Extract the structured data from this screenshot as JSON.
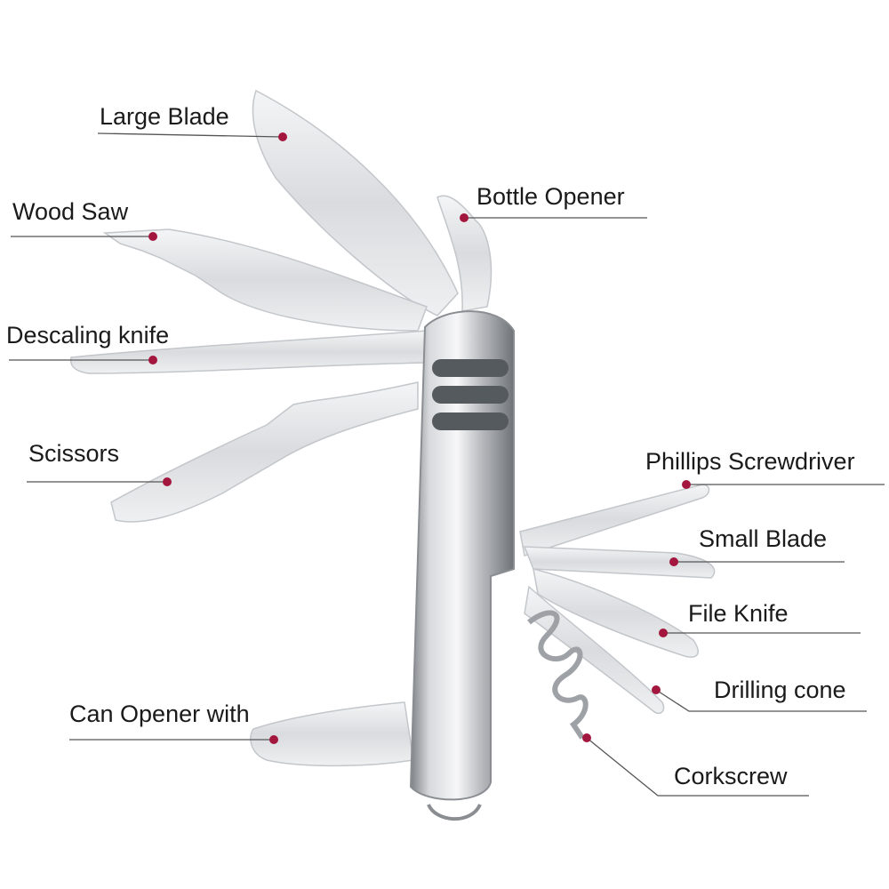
{
  "diagram": {
    "tools": {
      "large_blade": "Large Blade",
      "wood_saw": "Wood Saw",
      "descaling_knife": "Descaling knife",
      "scissors": "Scissors",
      "can_opener": "Can Opener with",
      "bottle_opener": "Bottle Opener",
      "phillips_screwdriver": "Phillips Screwdriver",
      "small_blade": "Small Blade",
      "file_knife": "File Knife",
      "drilling_cone": "Drilling cone",
      "corkscrew": "Corkscrew"
    },
    "colors": {
      "marker": "#a3173f",
      "leader_line": "#555555",
      "steel": "#c9ccd0"
    }
  }
}
